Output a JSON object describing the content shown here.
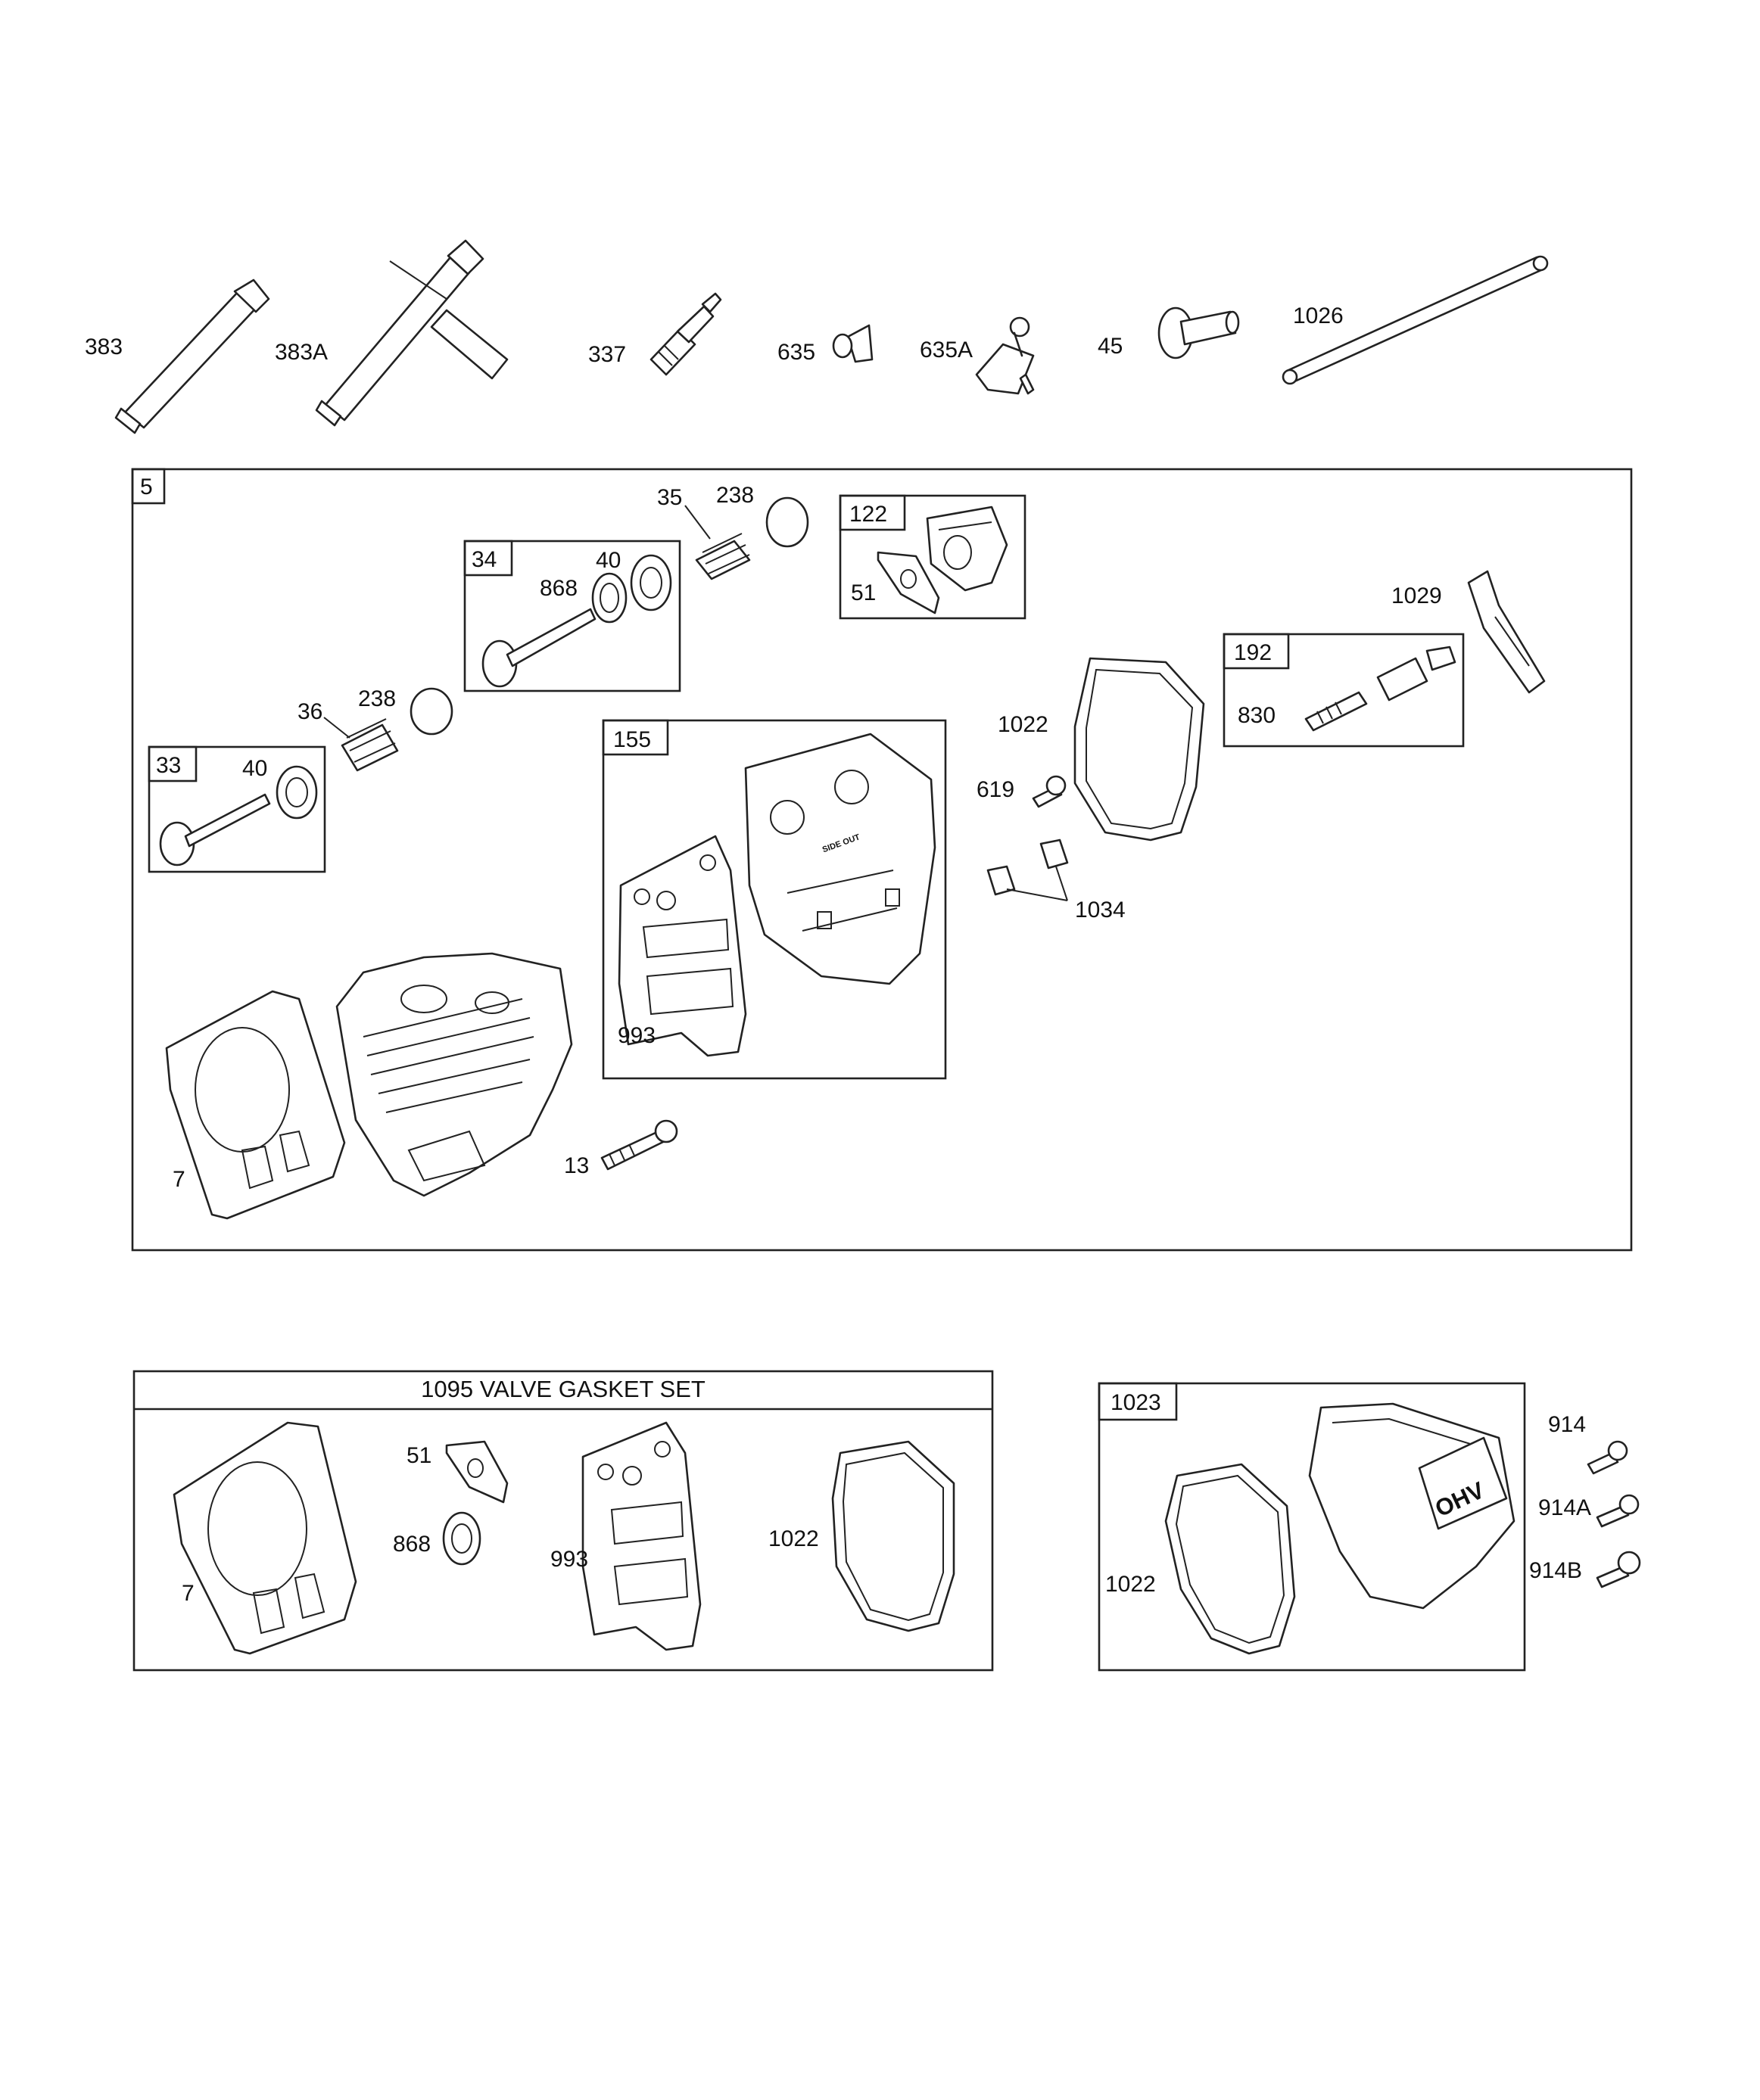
{
  "parts": {
    "p383": "383",
    "p383a": "383A",
    "p337": "337",
    "p635": "635",
    "p635a": "635A",
    "p45": "45",
    "p1026": "1026",
    "k5": "5",
    "k34": "34",
    "k33": "33",
    "k122": "122",
    "k192": "192",
    "k155": "155",
    "p868": "868",
    "p40a": "40",
    "p40b": "40",
    "p35": "35",
    "p238a": "238",
    "p238b": "238",
    "p36": "36",
    "p51": "51",
    "p1029": "1029",
    "p830": "830",
    "p1022": "1022",
    "p619": "619",
    "p1034": "1034",
    "p993": "993",
    "p7": "7",
    "p13": "13"
  },
  "gasket_set": {
    "title": "1095 VALVE GASKET SET",
    "p51": "51",
    "p868": "868",
    "p993": "993",
    "p1022": "1022",
    "p7": "7"
  },
  "cover_kit": {
    "k1023": "1023",
    "p1022": "1022",
    "p914": "914",
    "p914a": "914A",
    "p914b": "914B",
    "logo_text": "OHV"
  },
  "gasket_marking": "SIDE OUT"
}
